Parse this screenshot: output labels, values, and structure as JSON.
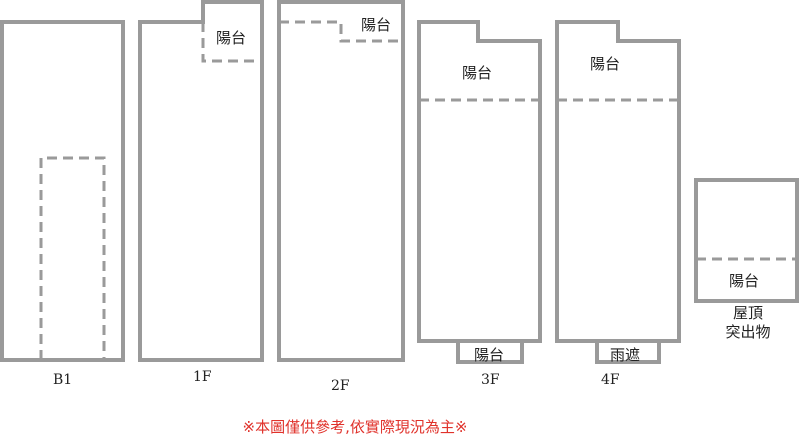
{
  "labels": {
    "balcony": "陽台",
    "canopy": "雨遮",
    "roof_line1": "屋頂",
    "roof_line2": "突出物"
  },
  "floors": [
    "B1",
    "1F",
    "2F",
    "3F",
    "4F"
  ],
  "note": "※本圖僅供參考,依實際現況為主※",
  "colors": {
    "wall": "#9a9a9a",
    "note": "#e0322b"
  }
}
